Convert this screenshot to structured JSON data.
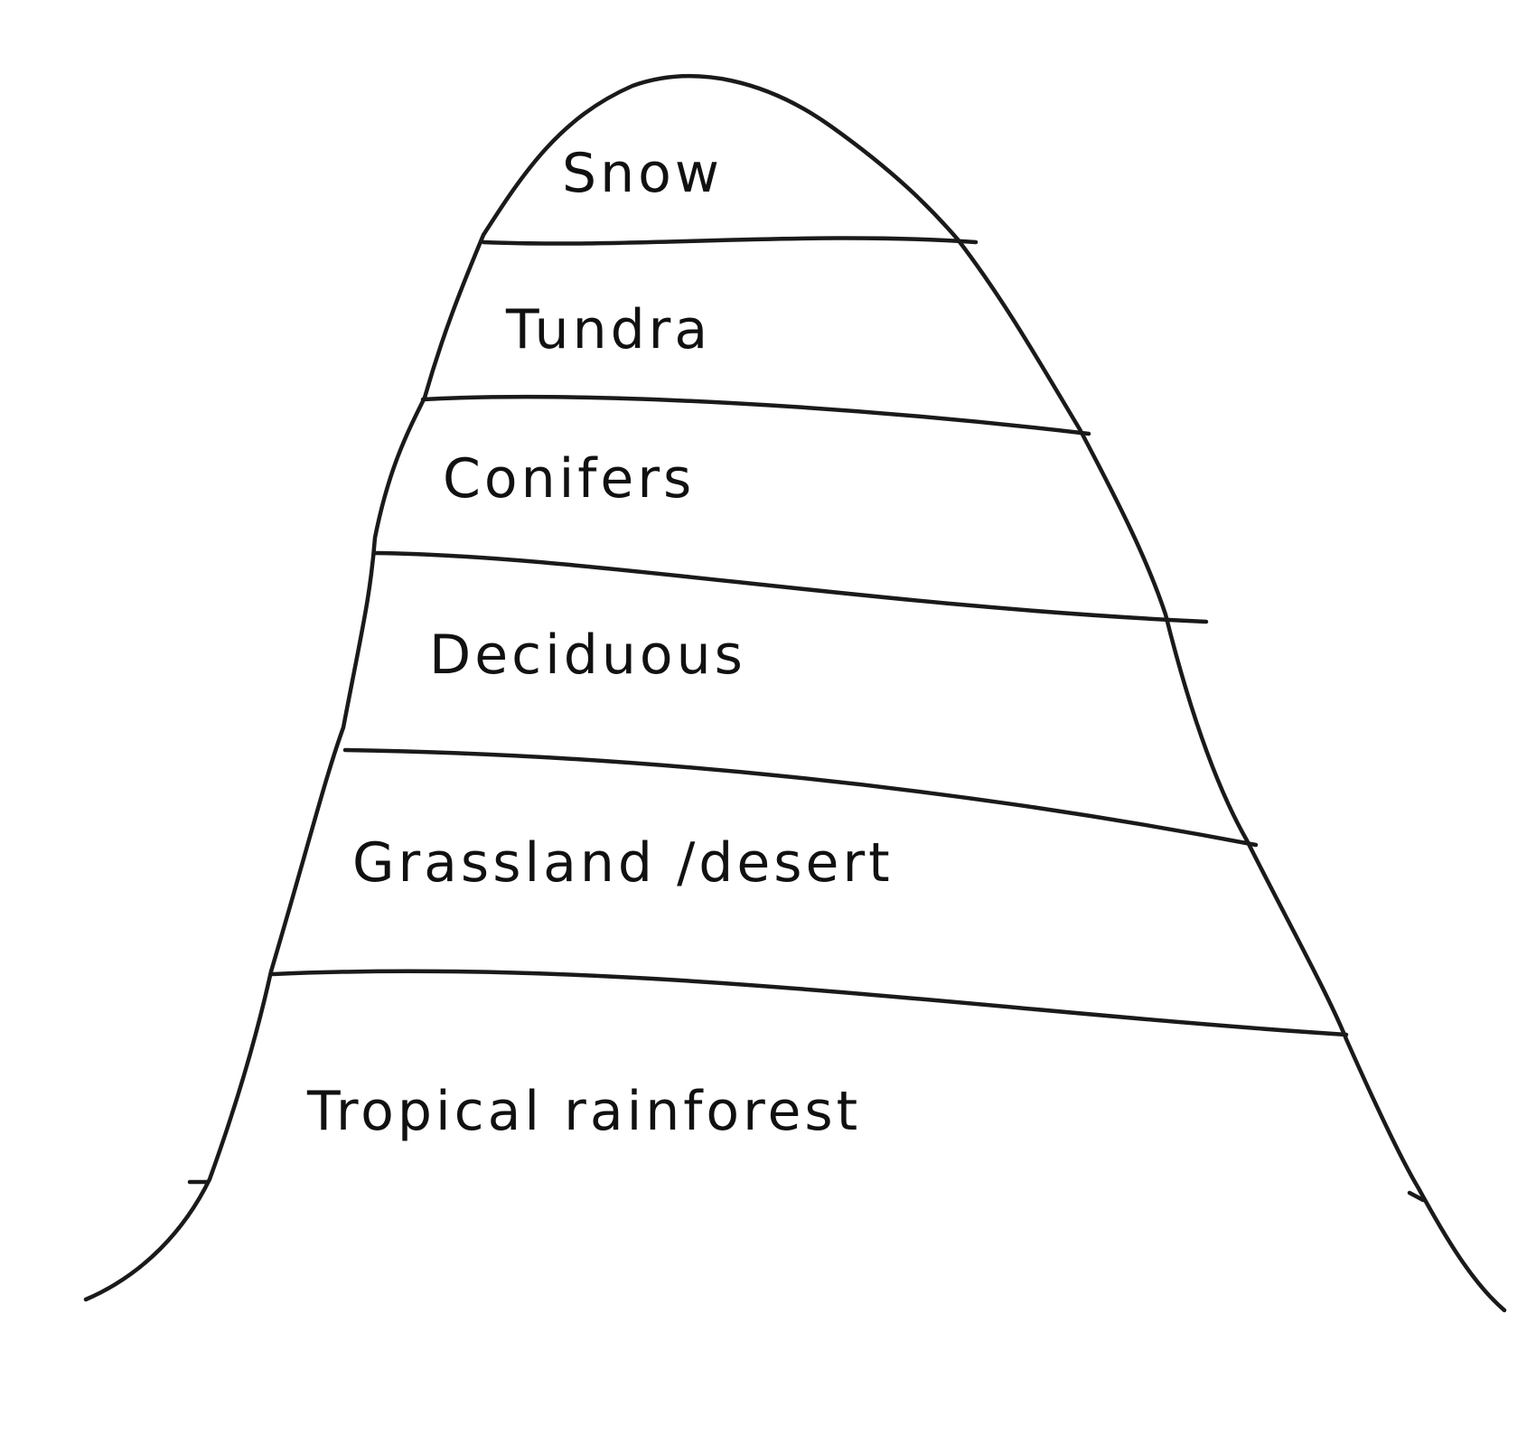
{
  "diagram": {
    "zones": [
      {
        "label": "Snow"
      },
      {
        "label": "Tundra"
      },
      {
        "label": "Conifers"
      },
      {
        "label": "Deciduous"
      },
      {
        "label": "Grassland /desert"
      },
      {
        "label": "Tropical rainforest"
      }
    ]
  }
}
